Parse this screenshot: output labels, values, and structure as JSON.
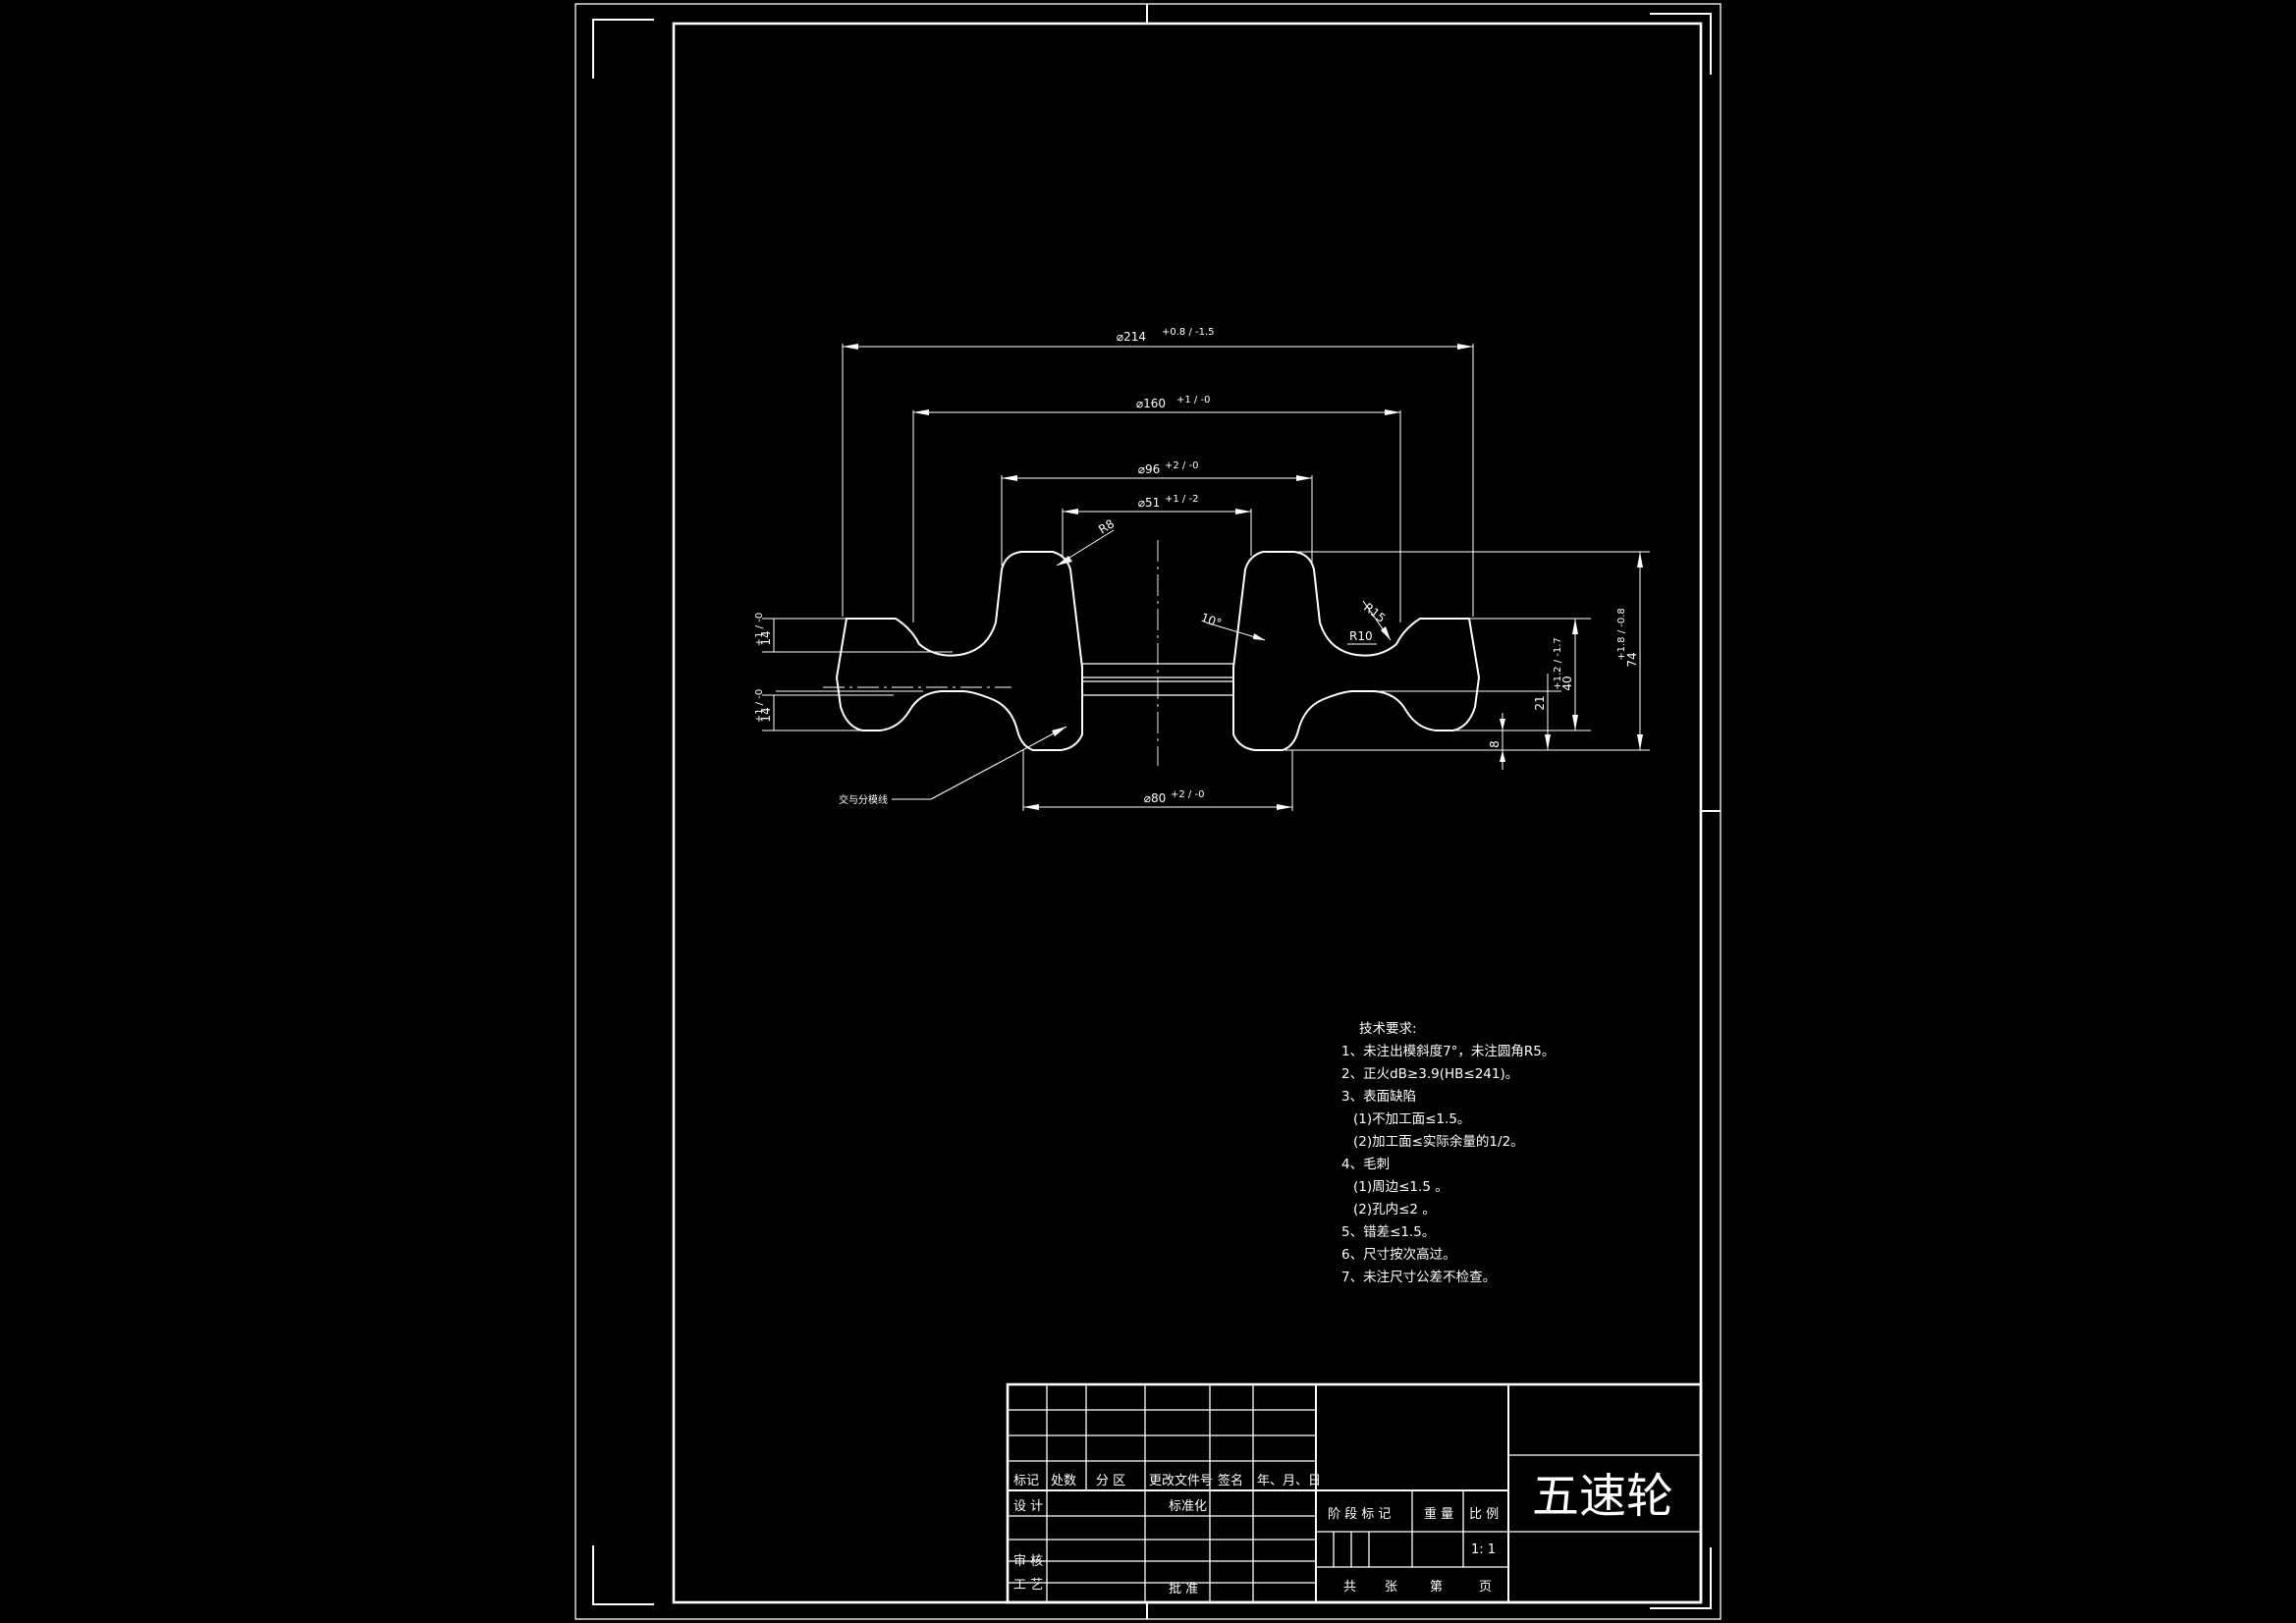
{
  "dimensions": {
    "od_outer": "⌀214",
    "od_outer_tol": "+0.8 / -1.5",
    "d_160": "⌀160",
    "d_160_tol": "+1 / -0",
    "d_96": "⌀96",
    "d_96_tol": "+2 / -0",
    "d_51": "⌀51",
    "d_51_tol": "+1 / -2",
    "d_80": "⌀80",
    "d_80_tol": "+2 / -0",
    "r8": "R8",
    "r15": "R15",
    "r10": "R10",
    "draft_angle": "10°",
    "h_74": "74",
    "h_74_tol": "+1.8 / -0.8",
    "h_40": "40",
    "h_40_tol": "+1.2 / -1.7",
    "h_21": "21",
    "h_8": "8",
    "w_left_top": "14",
    "w_left_top_tol": "+1 / -0",
    "w_left_bot": "14",
    "w_left_bot_tol": "+1 / -0",
    "parting_label": "交与分模线"
  },
  "notes": {
    "heading": "技术要求:",
    "lines": [
      "1、未注出模斜度7°，未注圆角R5。",
      "2、正火dB≥3.9(HB≤241)。",
      "3、表面缺陷",
      "(1)不加工面≤1.5。",
      "(2)加工面≤实际余量的1/2。",
      "4、毛刺",
      "(1)周边≤1.5 。",
      "(2)孔内≤2 。",
      "5、错差≤1.5。",
      "6、尺寸按次高过。",
      "7、未注尺寸公差不检查。"
    ]
  },
  "title_block": {
    "part_name": "五速轮",
    "rev_headers": [
      "标记",
      "处数",
      "分 区",
      "更改文件号",
      "签名",
      "年、月、日"
    ],
    "design": "设 计",
    "standardize": "标准化",
    "review": "审 核",
    "process": "工 艺",
    "approve": "批 准",
    "stage_mark": "阶 段 标 记",
    "weight": "重 量",
    "scale_label": "比 例",
    "scale_value": "1: 1",
    "sheet_total": "共",
    "sheet_unit": "张",
    "sheet_no": "第",
    "page": "页"
  }
}
